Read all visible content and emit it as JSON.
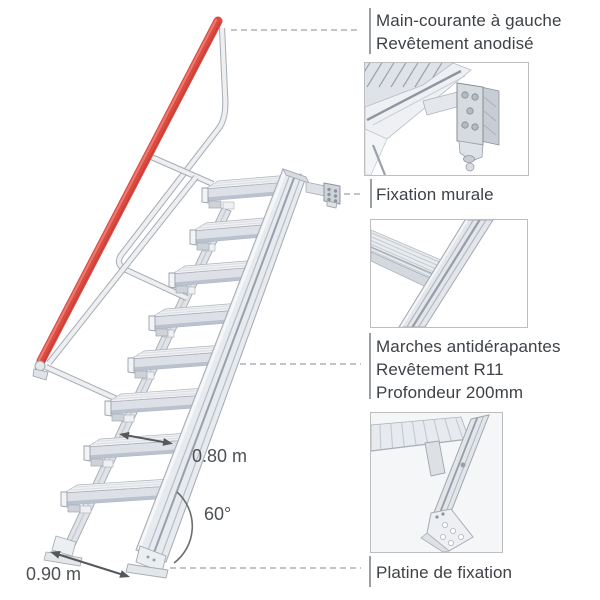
{
  "meta": {
    "subject": "Annotated product diagram of an aluminium stair ladder (escalier) with red handrail",
    "language": "fr"
  },
  "colors": {
    "handrail_red": "#dc4a41",
    "handrail_red_highlight": "#eb7b71",
    "aluminum_light": "#eef0f3",
    "aluminum_mid": "#dde1e7",
    "aluminum_dark": "#a3a9b1",
    "step_shadow_blue": "#b9c2ce",
    "text": "#3e4246",
    "leader_dash": "#adb1b5",
    "thumbnail_border": "#bdbec0"
  },
  "annotations": [
    {
      "id": "handrail",
      "lines": [
        "Main-courante à gauche",
        "Revêtement anodisé"
      ]
    },
    {
      "id": "wall-mount",
      "lines": [
        "Fixation murale"
      ]
    },
    {
      "id": "steps",
      "lines": [
        "Marches antidérapantes",
        "Revêtement R11",
        "Profondeur 200mm"
      ]
    },
    {
      "id": "base-plate",
      "lines": [
        "Platine de fixation"
      ]
    }
  ],
  "dimensions": {
    "step_width": "0.80 m",
    "incline_angle": "60°",
    "base_depth": "0.90 m"
  },
  "thumbnails": [
    {
      "id": "wall-mount-detail",
      "depicts": "wall fixing bracket close-up"
    },
    {
      "id": "step-detail",
      "depicts": "anti-slip step profile close-up"
    },
    {
      "id": "base-plate-detail",
      "depicts": "floor fixing plate close-up"
    }
  ]
}
